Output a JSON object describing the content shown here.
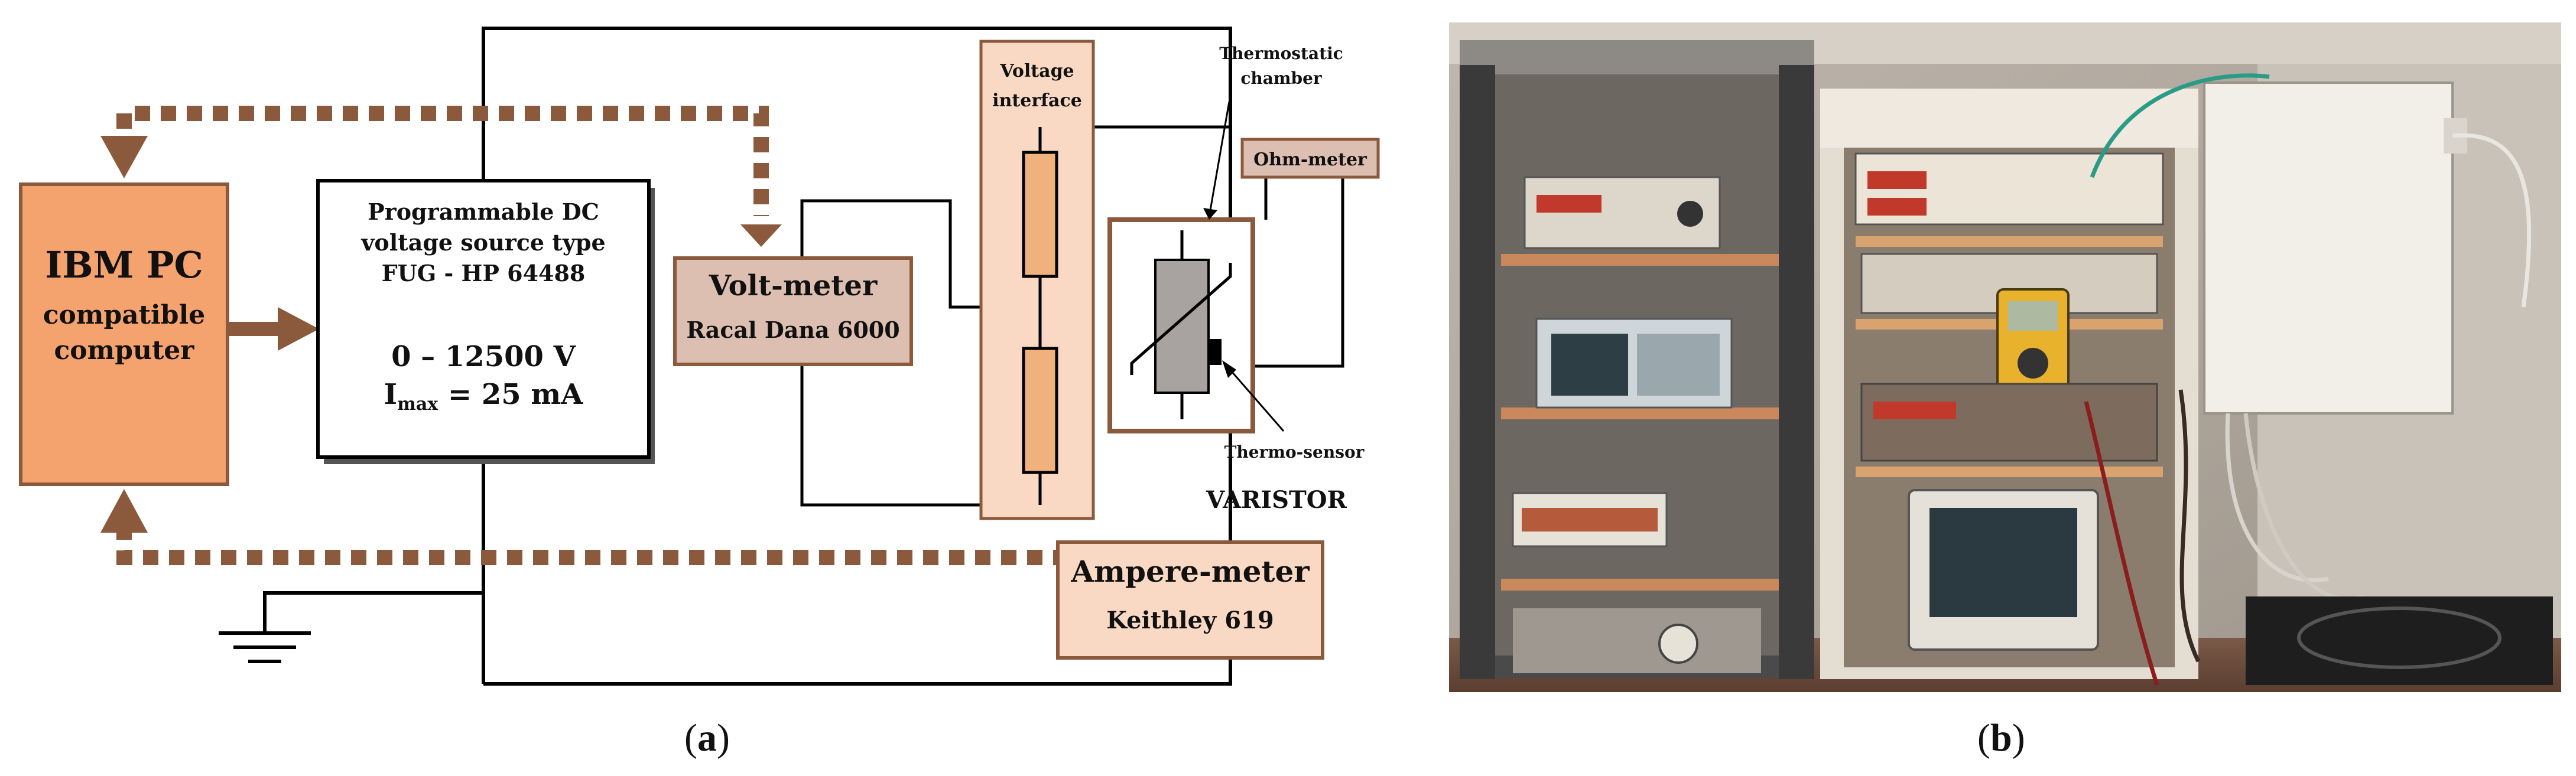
{
  "panel_a": {
    "pc": {
      "title": "IBM PC",
      "line1": "compatible",
      "line2": "computer"
    },
    "source": {
      "line1": "Programmable DC",
      "line2": "voltage source type",
      "line3": "FUG - HP 64488",
      "range": "0 – 12500 V",
      "imax_main": "I",
      "imax_sub": "max",
      "imax_rest": " = 25 mA"
    },
    "voltmeter": {
      "title": "Volt-meter",
      "model": "Racal Dana 6000"
    },
    "voltage_interface": {
      "line1": "Voltage",
      "line2": "interface"
    },
    "thermostatic_chamber": {
      "line1": "Thermostatic",
      "line2": "chamber"
    },
    "ohmmeter": {
      "title": "Ohm-meter"
    },
    "thermo_sensor": {
      "title": "Thermo-sensor"
    },
    "varistor": {
      "title": "VARISTOR"
    },
    "amperemeter": {
      "title": "Ampere-meter",
      "model": "Keithley 619"
    },
    "colors": {
      "pc_fill": "#f4a26e",
      "block_fill": "#dcbfb0",
      "interface_fill": "#f9d9c4",
      "resistor_fill": "#f0b27c",
      "brown": "#8b5a3c",
      "varistor_fill": "#a8a2a0"
    }
  },
  "panel_b": {
    "description_icon": "lab-equipment-rack-photo"
  },
  "captions": {
    "a_open": "(",
    "a_letter": "a",
    "a_close": ")",
    "b_open": "(",
    "b_letter": "b",
    "b_close": ")"
  }
}
